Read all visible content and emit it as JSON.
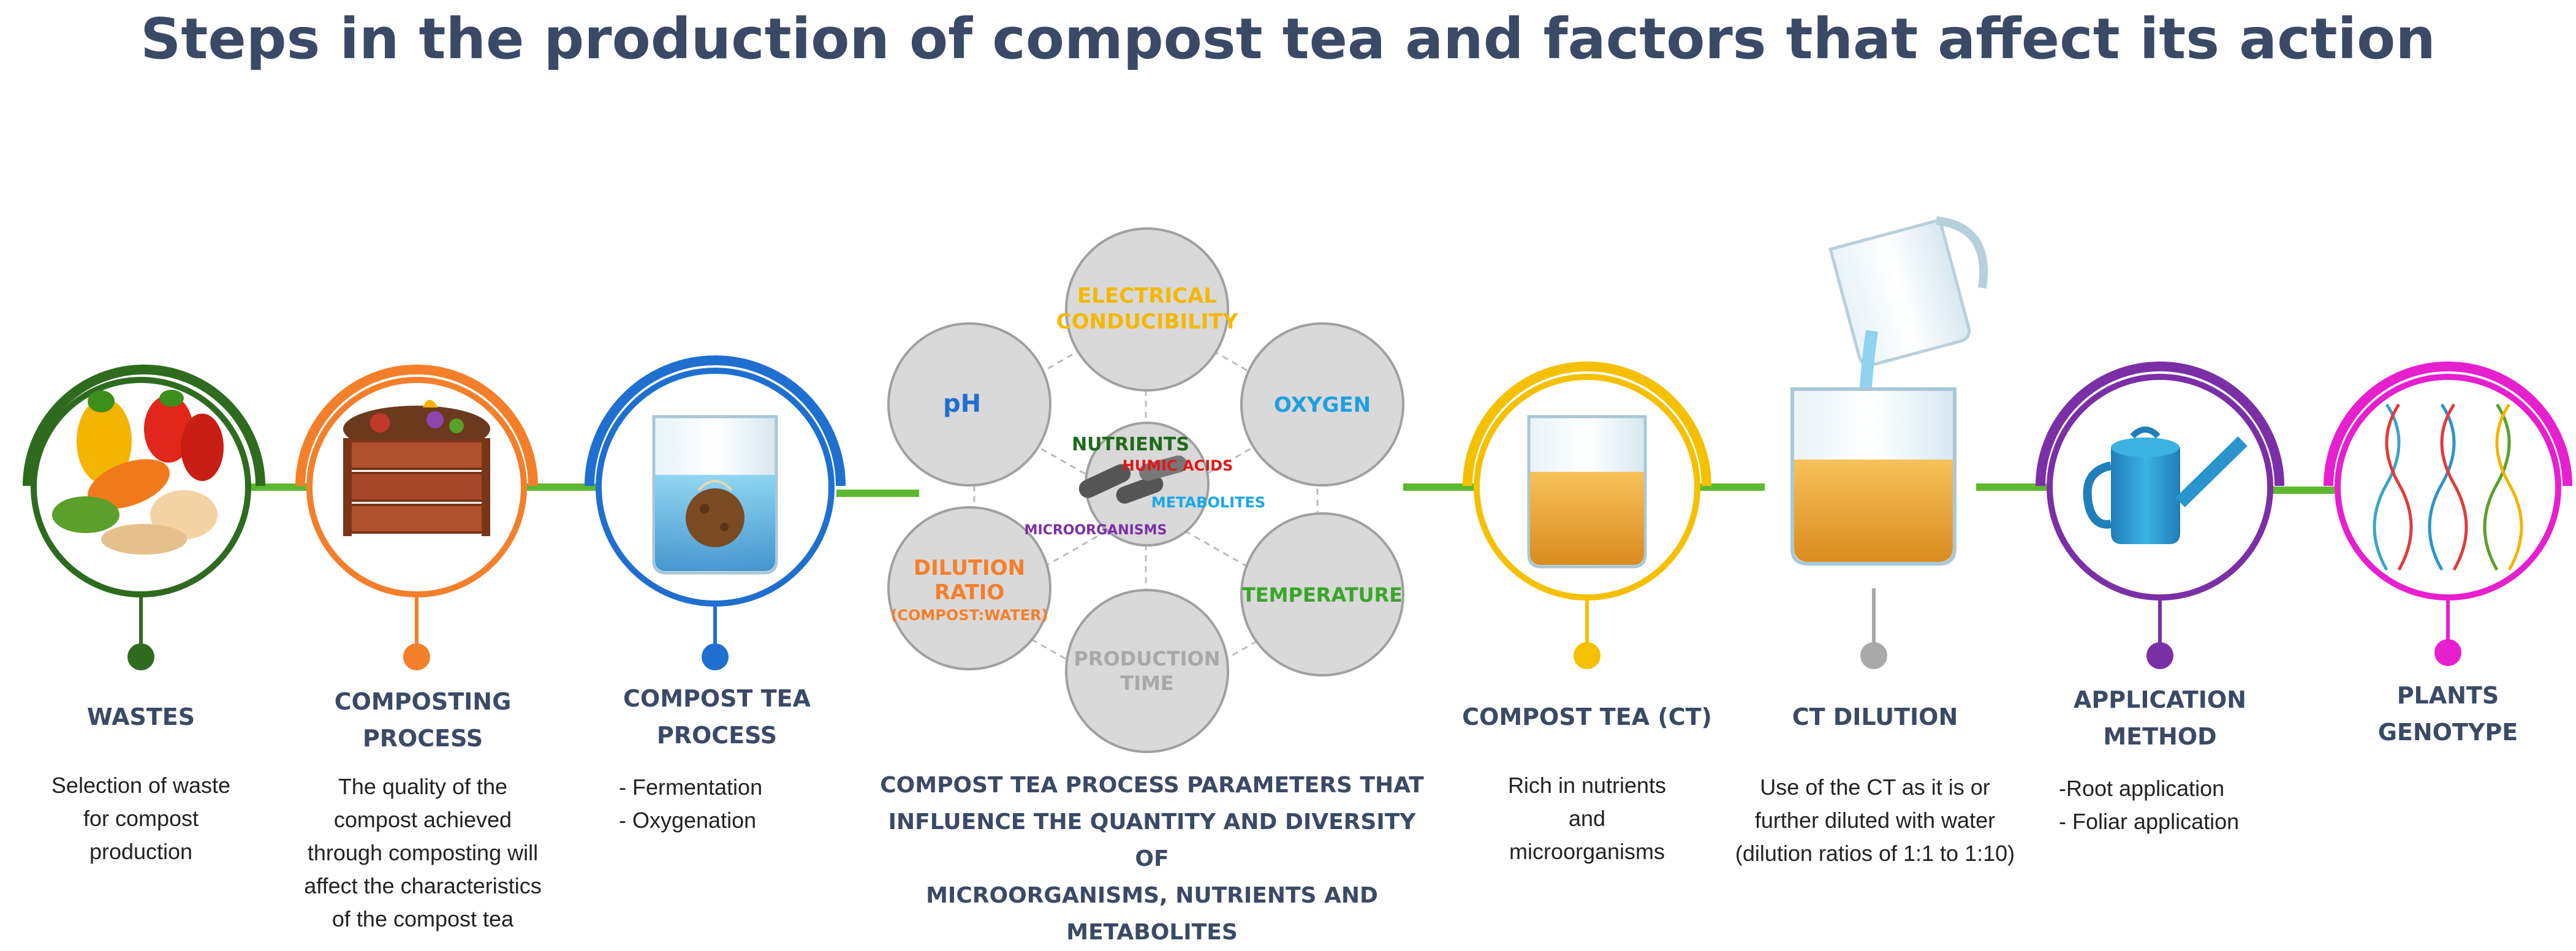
{
  "title": "Steps in the production of compost tea and factors that affect its action",
  "colors": {
    "title": "#3a4a66",
    "connector": "#5cb82e",
    "wastes": "#2e6b1f",
    "composting": "#f47f2b",
    "compost_tea_process": "#1f6fd0",
    "compost_tea": "#f5c000",
    "ct_dilution": "#a9a9a9",
    "application": "#7b2fa6",
    "plants": "#e61fcf"
  },
  "stages": {
    "wastes": {
      "title": "WASTES",
      "desc": "Selection of waste\nfor compost\nproduction",
      "icon": "vegetables-icon"
    },
    "composting": {
      "title": "COMPOSTING\nPROCESS",
      "desc": "The quality of the\ncompost achieved\nthrough composting will\naffect the characteristics\nof the compost tea",
      "icon": "compost-bin-icon"
    },
    "compost_tea_process": {
      "title": "COMPOST TEA\nPROCESS",
      "desc": "- Fermentation\n- Oxygenation",
      "icon": "beaker-compost-bag-icon"
    },
    "compost_tea": {
      "title": "COMPOST TEA (CT)",
      "desc": "Rich in nutrients\nand\nmicroorganisms",
      "icon": "beaker-tea-icon"
    },
    "ct_dilution": {
      "title": "CT DILUTION",
      "desc": "Use of the CT as it is or\nfurther diluted with water\n(dilution ratios of 1:1 to 1:10)",
      "icon": "pouring-water-beaker-icon"
    },
    "application": {
      "title": "APPLICATION\nMETHOD",
      "desc": "-Root application\n- Foliar application",
      "icon": "watering-can-icon"
    },
    "plants": {
      "title": "PLANTS\nGENOTYPE",
      "icon": "dna-icon"
    }
  },
  "parameters": {
    "top": "ELECTRICAL\nCONDUCIBILITY",
    "top_color": "#f5b800",
    "upper_left": "pH",
    "upper_left_color": "#1f6fd0",
    "upper_right": "OXYGEN",
    "upper_right_color": "#1f9fe0",
    "lower_left": "DILUTION\nRATIO",
    "lower_left_sub": "(COMPOST:WATER)",
    "lower_left_color": "#f47f2b",
    "lower_right": "TEMPERATURE",
    "lower_right_color": "#3aa52a",
    "bottom": "PRODUCTION\nTIME",
    "bottom_color": "#a8a8a8",
    "center_labels": {
      "nutrients": "NUTRIENTS",
      "humic_acids": "HUMIC ACIDS",
      "metabolites": "METABOLITES",
      "microorganisms": "MICROORGANISMS"
    },
    "center_label_colors": {
      "nutrients": "#1e6b1a",
      "humic_acids": "#e01818",
      "metabolites": "#18a8e8",
      "microorganisms": "#7b2fa6"
    },
    "caption": "COMPOST TEA PROCESS PARAMETERS THAT\nINFLUENCE THE QUANTITY AND DIVERSITY OF\nMICROORGANISMS, NUTRIENTS AND\nMETABOLITES"
  }
}
